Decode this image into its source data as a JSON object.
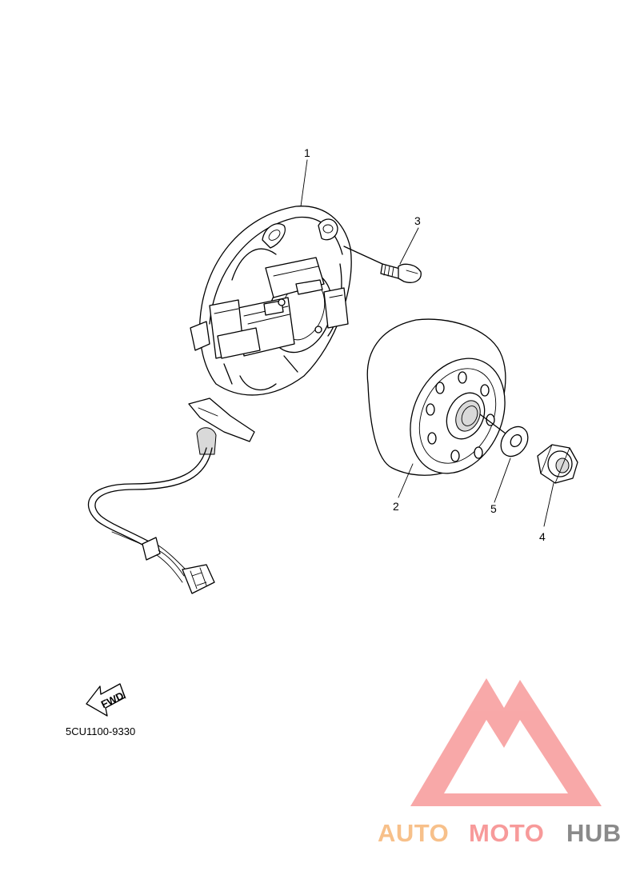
{
  "diagram": {
    "callouts": [
      {
        "id": "1",
        "label": "1"
      },
      {
        "id": "2",
        "label": "2"
      },
      {
        "id": "3",
        "label": "3"
      },
      {
        "id": "4",
        "label": "4"
      },
      {
        "id": "5",
        "label": "5"
      }
    ],
    "fwd_label": "FWD",
    "drawing_code": "5CU1100-9330"
  },
  "watermark": {
    "part1": "AUTO",
    "part2": "MOTO",
    "part3": "HUB",
    "colors": {
      "auto": "#f7c08a",
      "moto": "#f79a9a",
      "hub": "#8a8a8a",
      "logo": "#f79a9a"
    }
  }
}
